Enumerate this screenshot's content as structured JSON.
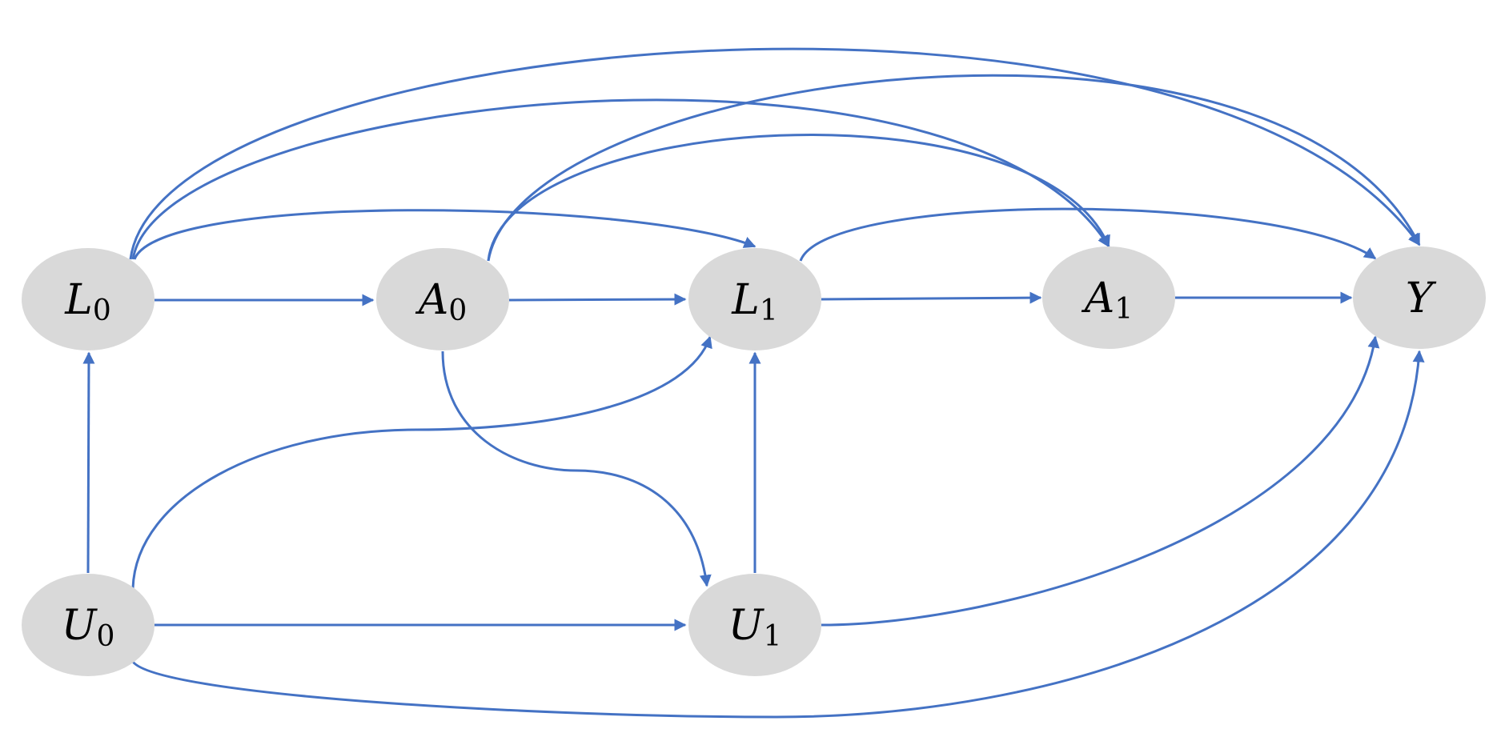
{
  "diagram": {
    "colors": {
      "edge": "#4472c4",
      "node_fill": "#d9d9d9",
      "label": "#000000"
    },
    "nodes": [
      {
        "id": "L0",
        "base": "L",
        "sub": "0"
      },
      {
        "id": "A0",
        "base": "A",
        "sub": "0"
      },
      {
        "id": "L1",
        "base": "L",
        "sub": "1"
      },
      {
        "id": "A1",
        "base": "A",
        "sub": "1"
      },
      {
        "id": "Y",
        "base": "Y",
        "sub": ""
      },
      {
        "id": "U0",
        "base": "U",
        "sub": "0"
      },
      {
        "id": "U1",
        "base": "U",
        "sub": "1"
      }
    ],
    "edges": [
      {
        "from": "L0",
        "to": "A0"
      },
      {
        "from": "A0",
        "to": "L1"
      },
      {
        "from": "L1",
        "to": "A1"
      },
      {
        "from": "A1",
        "to": "Y"
      },
      {
        "from": "U0",
        "to": "L0"
      },
      {
        "from": "U0",
        "to": "U1"
      },
      {
        "from": "U1",
        "to": "L1"
      },
      {
        "from": "U0",
        "to": "L1"
      },
      {
        "from": "A0",
        "to": "U1"
      },
      {
        "from": "U1",
        "to": "Y"
      },
      {
        "from": "U0",
        "to": "Y"
      },
      {
        "from": "L0",
        "to": "L1"
      },
      {
        "from": "L0",
        "to": "A1"
      },
      {
        "from": "L0",
        "to": "Y"
      },
      {
        "from": "A0",
        "to": "A1"
      },
      {
        "from": "A0",
        "to": "Y"
      },
      {
        "from": "L1",
        "to": "Y"
      }
    ]
  }
}
